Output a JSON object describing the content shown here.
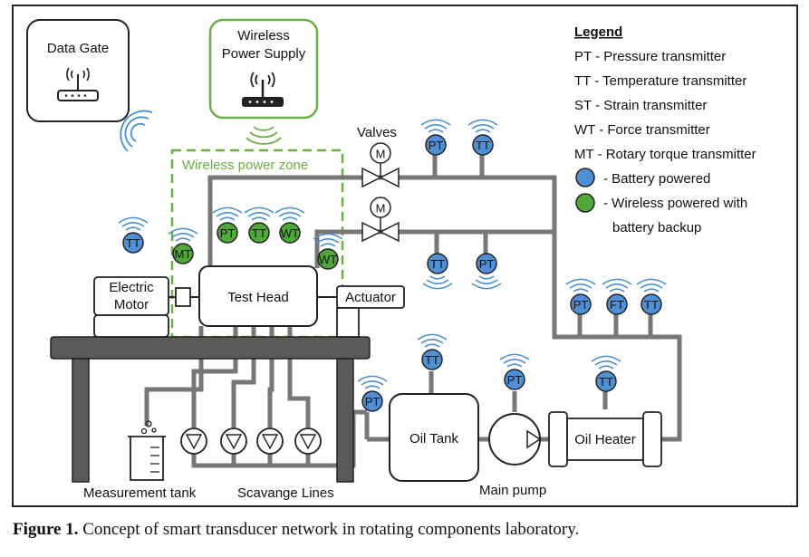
{
  "title_blocks": {
    "data_gate": "Data Gate",
    "wireless_power_line1": "Wireless",
    "wireless_power_line2": "Power Supply",
    "wireless_zone": "Wireless power zone"
  },
  "labels": {
    "valves": "Valves",
    "electric_motor_line1": "Electric",
    "electric_motor_line2": "Motor",
    "test_head": "Test Head",
    "actuator": "Actuator",
    "oil_tank": "Oil Tank",
    "oil_heater": "Oil Heater",
    "main_pump": "Main pump",
    "measurement_tank": "Measurement tank",
    "scavange_lines": "Scavange Lines",
    "valve_symbol": "M"
  },
  "legend": {
    "title": "Legend",
    "items": [
      "PT - Pressure transmitter",
      "TT - Temperature transmitter",
      "ST - Strain transmitter",
      "WT - Force transmitter",
      "MT - Rotary torque transmitter"
    ],
    "battery": "- Battery powered",
    "wireless_line1": "- Wireless powered with",
    "wireless_line2": "battery backup"
  },
  "sensors": {
    "pt": "PT",
    "tt": "TT",
    "ft": "FT",
    "wt": "WT",
    "mt": "MT"
  },
  "colors": {
    "battery_powered": "#4f8fd6",
    "wireless_powered": "#4fa83a",
    "pipe": "#777777",
    "zone": "#6aaf45",
    "signal": "#4a8ed0"
  },
  "caption": {
    "label": "Figure 1.",
    "text": "Concept of smart transducer network in rotating components laboratory."
  }
}
